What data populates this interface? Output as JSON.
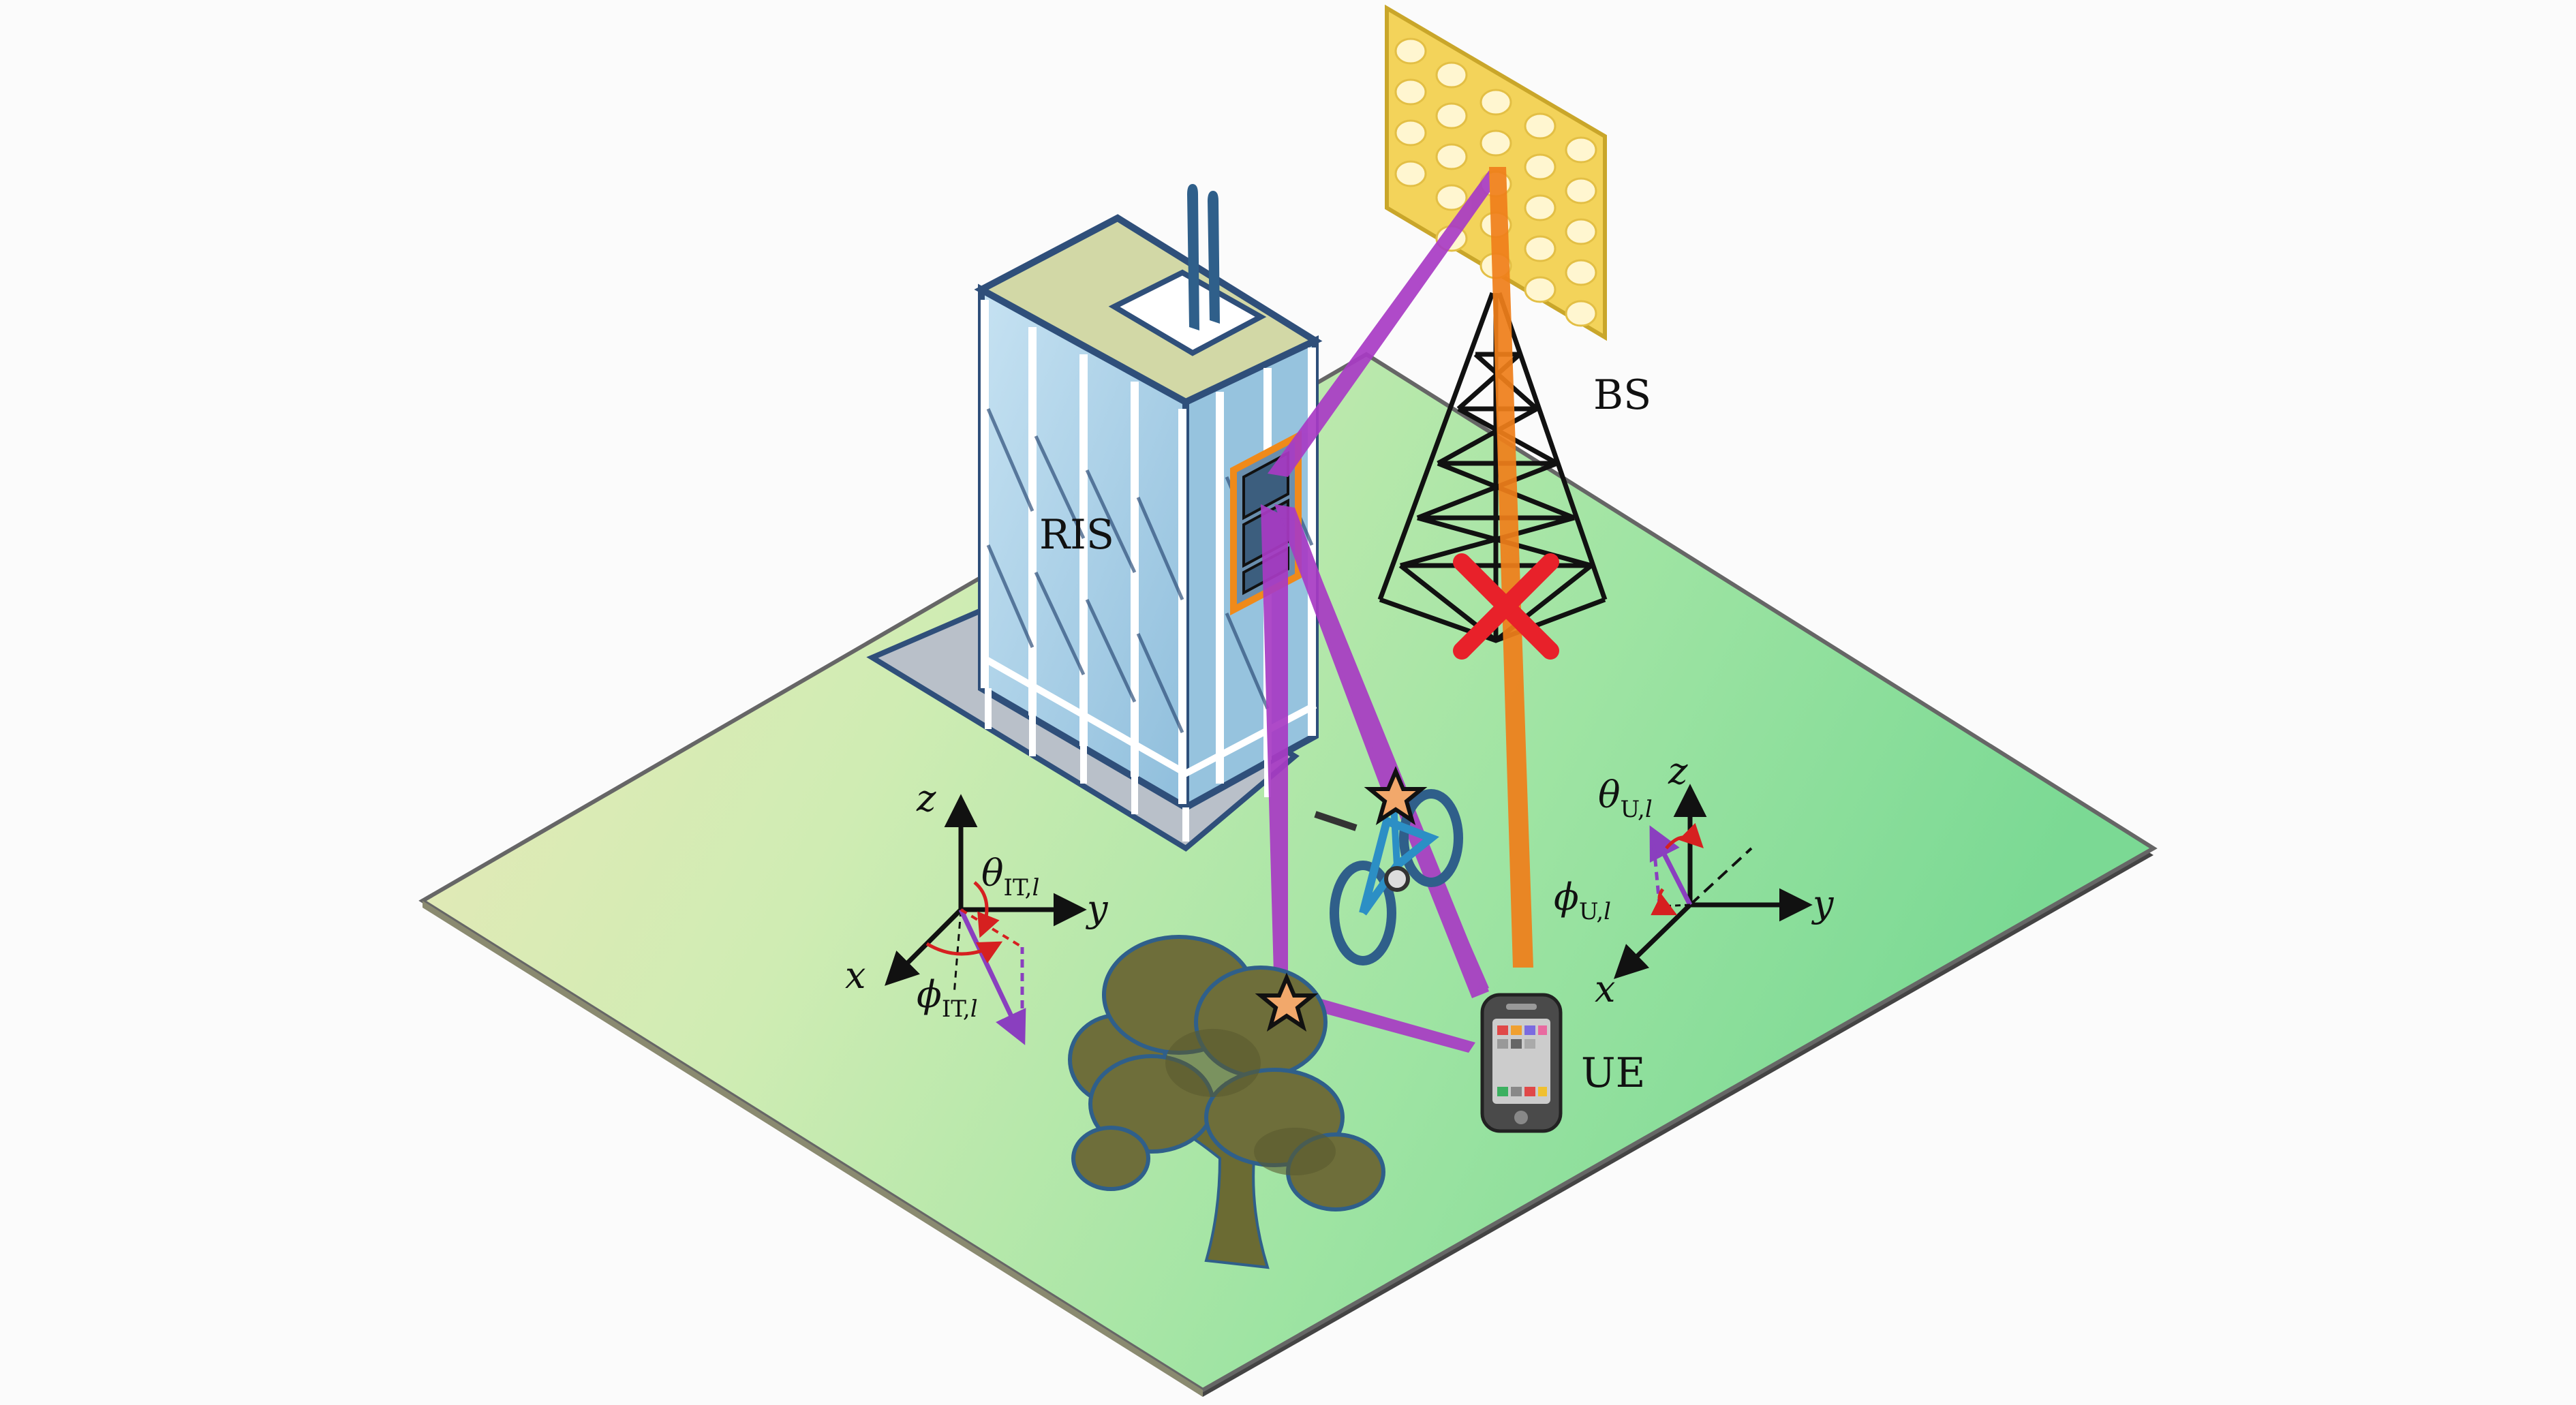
{
  "labels": {
    "ris": "RIS",
    "bs": "BS",
    "ue": "UE"
  },
  "left_axes": {
    "x": "x",
    "y": "y",
    "z": "z",
    "theta_symbol": "θ",
    "theta_sub": "IT,",
    "theta_sub_l": "l",
    "phi_symbol": "ϕ",
    "phi_sub": "IT,",
    "phi_sub_l": "l"
  },
  "right_axes": {
    "x": "x",
    "y": "y",
    "z": "z",
    "theta_symbol": "θ",
    "theta_sub": "U,",
    "theta_sub_l": "l",
    "phi_symbol": "ϕ",
    "phi_sub": "U,",
    "phi_sub_l": "l"
  },
  "colors": {
    "ground_light": "#e8ebb8",
    "ground_green": "#86dc98",
    "ground_edge": "#555555",
    "building_glass": "#a9cfe6",
    "building_frame": "#ffffff",
    "building_outline": "#2f4f7a",
    "ris_outline": "#f08a1a",
    "bs_panel": "#f3d35a",
    "tower": "#111111",
    "beam_purple": "#a83bc4",
    "beam_orange": "#f07f1a",
    "block_cross": "#e8212a",
    "tree_foliage": "#6e6e3a",
    "tree_trunk": "#6b6b33",
    "phone_body": "#4a4a4a"
  }
}
